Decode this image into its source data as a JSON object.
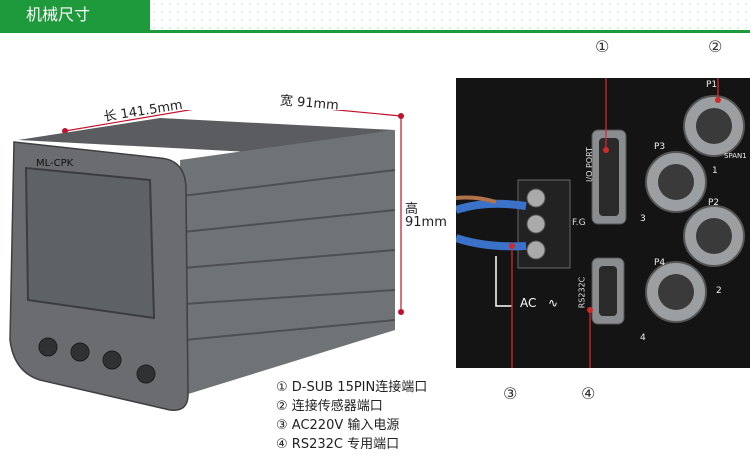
{
  "header": {
    "title": "机械尺寸"
  },
  "dimensions": {
    "length": "长 141.5mm",
    "width": "宽 91mm",
    "height_label": "高",
    "height_value": "91mm"
  },
  "device": {
    "brand": "ML-CPK"
  },
  "connector_panel": {
    "io_port": "I/O PORT",
    "rs232c": "RS232C",
    "fg": "F.G",
    "ac": "AC",
    "ports": [
      "P1",
      "P2",
      "P3",
      "P4"
    ],
    "span": "SPAN1",
    "port_numbers": [
      "1",
      "2",
      "3",
      "4"
    ]
  },
  "callouts": [
    "①",
    "②",
    "③",
    "④"
  ],
  "legend": [
    "① D-SUB 15PIN连接端口",
    "② 连接传感器端口",
    "③ AC220V 输入电源",
    "④ RS232C 专用端口"
  ],
  "colors": {
    "accent": "#1e9a3c",
    "dimension_line": "#c0122b",
    "callout_line": "#d12a2a"
  }
}
